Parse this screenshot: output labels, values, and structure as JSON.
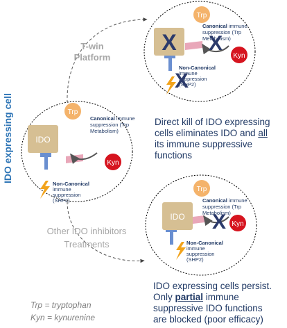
{
  "side_label": "IDO expressing cell",
  "twin_platform": {
    "line1": "T-win",
    "line2": "Platform"
  },
  "other_treatments": {
    "line1": "Other IDO inhibitors",
    "line2": "Treatments"
  },
  "cell": {
    "ido": "IDO",
    "trp": "Trp",
    "kyn": "Kyn",
    "canonical_bold": "Canonical",
    "canonical_rest1": " immune",
    "canonical_line2": "suppression (Trp",
    "canonical_line3": "Metabolism)",
    "noncanonical_bold": "Non-Canonical",
    "noncanonical_line2": "immune",
    "noncanonical_line3": "suppression",
    "noncanonical_line4": "(SHP2)",
    "block_mark": "X"
  },
  "colors": {
    "ido_box": "#d6bf93",
    "trp_ball": "#f4b36b",
    "kyn_ball": "#d6141f",
    "receptor": "#e9a7b9",
    "stalk": "#6a8fd0",
    "x_mark": "#2b3a6b",
    "bolt": "#f2a31b"
  },
  "result_top": {
    "line1": "Direct kill of IDO expressing",
    "line2": "cells eliminates IDO and ",
    "line2_underlined": "all",
    "line3": "its immune suppressive",
    "line4": "functions"
  },
  "result_bottom": {
    "line1": "IDO expressing cells persist.",
    "line2_pre": "Only ",
    "line2_emph": "partial",
    "line2_post": " immune",
    "line3": "suppressive IDO functions",
    "line4": "are blocked (poor efficacy)"
  },
  "legend": {
    "trp": "Trp = tryptophan",
    "kyn": "Kyn = kynurenine"
  }
}
